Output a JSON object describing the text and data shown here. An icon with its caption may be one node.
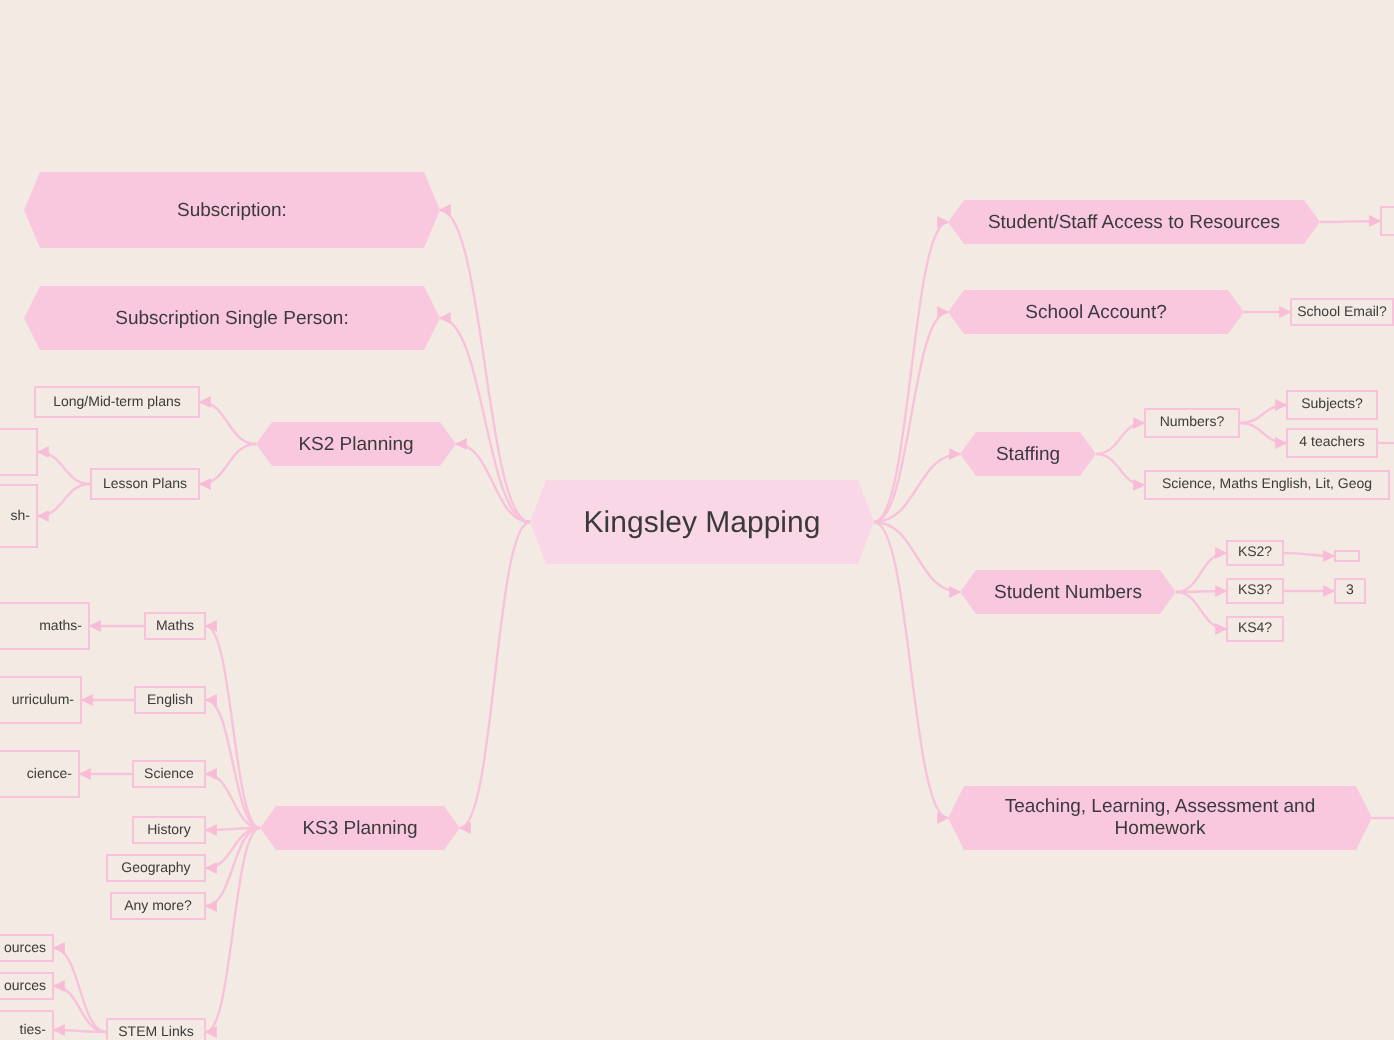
{
  "diagram": {
    "nodes": [
      {
        "text": [
          "Kingsley Mapping"
        ]
      },
      {
        "text": [
          "Subscription:"
        ]
      },
      {
        "text": [
          "Subscription Single Person:"
        ]
      },
      {
        "text": [
          "KS2 Planning"
        ]
      },
      {
        "text": [
          "Long/Mid-term plans"
        ]
      },
      {
        "text": [
          "Lesson Plans"
        ]
      },
      {
        "text": [],
        "shape": "box"
      },
      {
        "text": [
          "sh-"
        ]
      },
      {
        "text": [
          "KS3 Planning"
        ]
      },
      {
        "text": [
          "Maths"
        ]
      },
      {
        "text": [
          "maths-"
        ]
      },
      {
        "text": [
          "English"
        ]
      },
      {
        "text": [
          "urriculum-"
        ]
      },
      {
        "text": [
          "Science"
        ]
      },
      {
        "text": [
          "cience-"
        ]
      },
      {
        "text": [
          "History"
        ]
      },
      {
        "text": [
          "Geography"
        ]
      },
      {
        "text": [
          "Any more?"
        ]
      },
      {
        "text": [
          "STEM Links"
        ]
      },
      {
        "text": [
          "ources"
        ]
      },
      {
        "text": [
          "ources"
        ]
      },
      {
        "text": [
          "ties-"
        ]
      },
      {
        "text": [
          "Student/Staff Access to Resources"
        ]
      },
      {
        "text": [],
        "shape": "box"
      },
      {
        "text": [
          "School Account?"
        ]
      },
      {
        "text": [
          "School Email?"
        ]
      },
      {
        "text": [
          "Staffing"
        ]
      },
      {
        "text": [
          "Numbers?"
        ]
      },
      {
        "text": [
          "Subjects?"
        ]
      },
      {
        "text": [
          "4 teachers"
        ]
      },
      {
        "text": [
          "Science, Maths English, Lit, Geog"
        ]
      },
      {
        "text": [
          "Student Numbers"
        ]
      },
      {
        "text": [
          "KS2?"
        ]
      },
      {
        "text": [],
        "shape": "box"
      },
      {
        "text": [
          "KS3?"
        ]
      },
      {
        "text": [
          "3"
        ]
      },
      {
        "text": [
          "KS4?"
        ]
      },
      {
        "text": [
          "Teaching, Learning, Assessment and Homework"
        ]
      }
    ],
    "edges": [
      {
        "from": 0,
        "to": 1,
        "arrow": "to"
      },
      {
        "from": 0,
        "to": 2,
        "arrow": "to"
      },
      {
        "from": 0,
        "to": 3,
        "arrow": "to"
      },
      {
        "from": 0,
        "to": 8,
        "arrow": "to"
      },
      {
        "from": 0,
        "to": 22,
        "arrow": "to"
      },
      {
        "from": 0,
        "to": 24,
        "arrow": "to"
      },
      {
        "from": 0,
        "to": 26,
        "arrow": "to"
      },
      {
        "from": 0,
        "to": 31,
        "arrow": "to"
      },
      {
        "from": 0,
        "to": 37,
        "arrow": "to"
      },
      {
        "from": 3,
        "to": 4,
        "arrow": "to"
      },
      {
        "from": 3,
        "to": 5,
        "arrow": "to"
      },
      {
        "from": 5,
        "to": 6,
        "arrow": "to"
      },
      {
        "from": 5,
        "to": 7,
        "arrow": "to"
      },
      {
        "from": 8,
        "to": 9,
        "arrow": "to"
      },
      {
        "from": 8,
        "to": 11,
        "arrow": "to"
      },
      {
        "from": 8,
        "to": 13,
        "arrow": "to"
      },
      {
        "from": 8,
        "to": 15,
        "arrow": "to"
      },
      {
        "from": 8,
        "to": 16,
        "arrow": "to"
      },
      {
        "from": 8,
        "to": 17,
        "arrow": "to"
      },
      {
        "from": 8,
        "to": 18,
        "arrow": "to"
      },
      {
        "from": 9,
        "to": 10,
        "arrow": "to"
      },
      {
        "from": 11,
        "to": 12,
        "arrow": "to"
      },
      {
        "from": 13,
        "to": 14,
        "arrow": "to"
      },
      {
        "from": 18,
        "to": 19,
        "arrow": "to"
      },
      {
        "from": 18,
        "to": 20,
        "arrow": "to"
      },
      {
        "from": 18,
        "to": 21,
        "arrow": "to"
      },
      {
        "from": 22,
        "to": 23,
        "arrow": "to"
      },
      {
        "from": 24,
        "to": 25,
        "arrow": "to"
      },
      {
        "from": 26,
        "to": 27,
        "arrow": "to"
      },
      {
        "from": 26,
        "to": 30,
        "arrow": "to"
      },
      {
        "from": 27,
        "to": 28,
        "arrow": "to"
      },
      {
        "from": 27,
        "to": 29,
        "arrow": "to"
      },
      {
        "from": 29,
        "to": null,
        "arrow": "none"
      },
      {
        "from": 31,
        "to": 32,
        "arrow": "to"
      },
      {
        "from": 31,
        "to": 34,
        "arrow": "to"
      },
      {
        "from": 31,
        "to": 36,
        "arrow": "to"
      },
      {
        "from": 32,
        "to": 33,
        "arrow": "to"
      },
      {
        "from": 34,
        "to": 35,
        "arrow": "to"
      },
      {
        "from": 37,
        "to": null,
        "arrow": "none"
      }
    ]
  }
}
